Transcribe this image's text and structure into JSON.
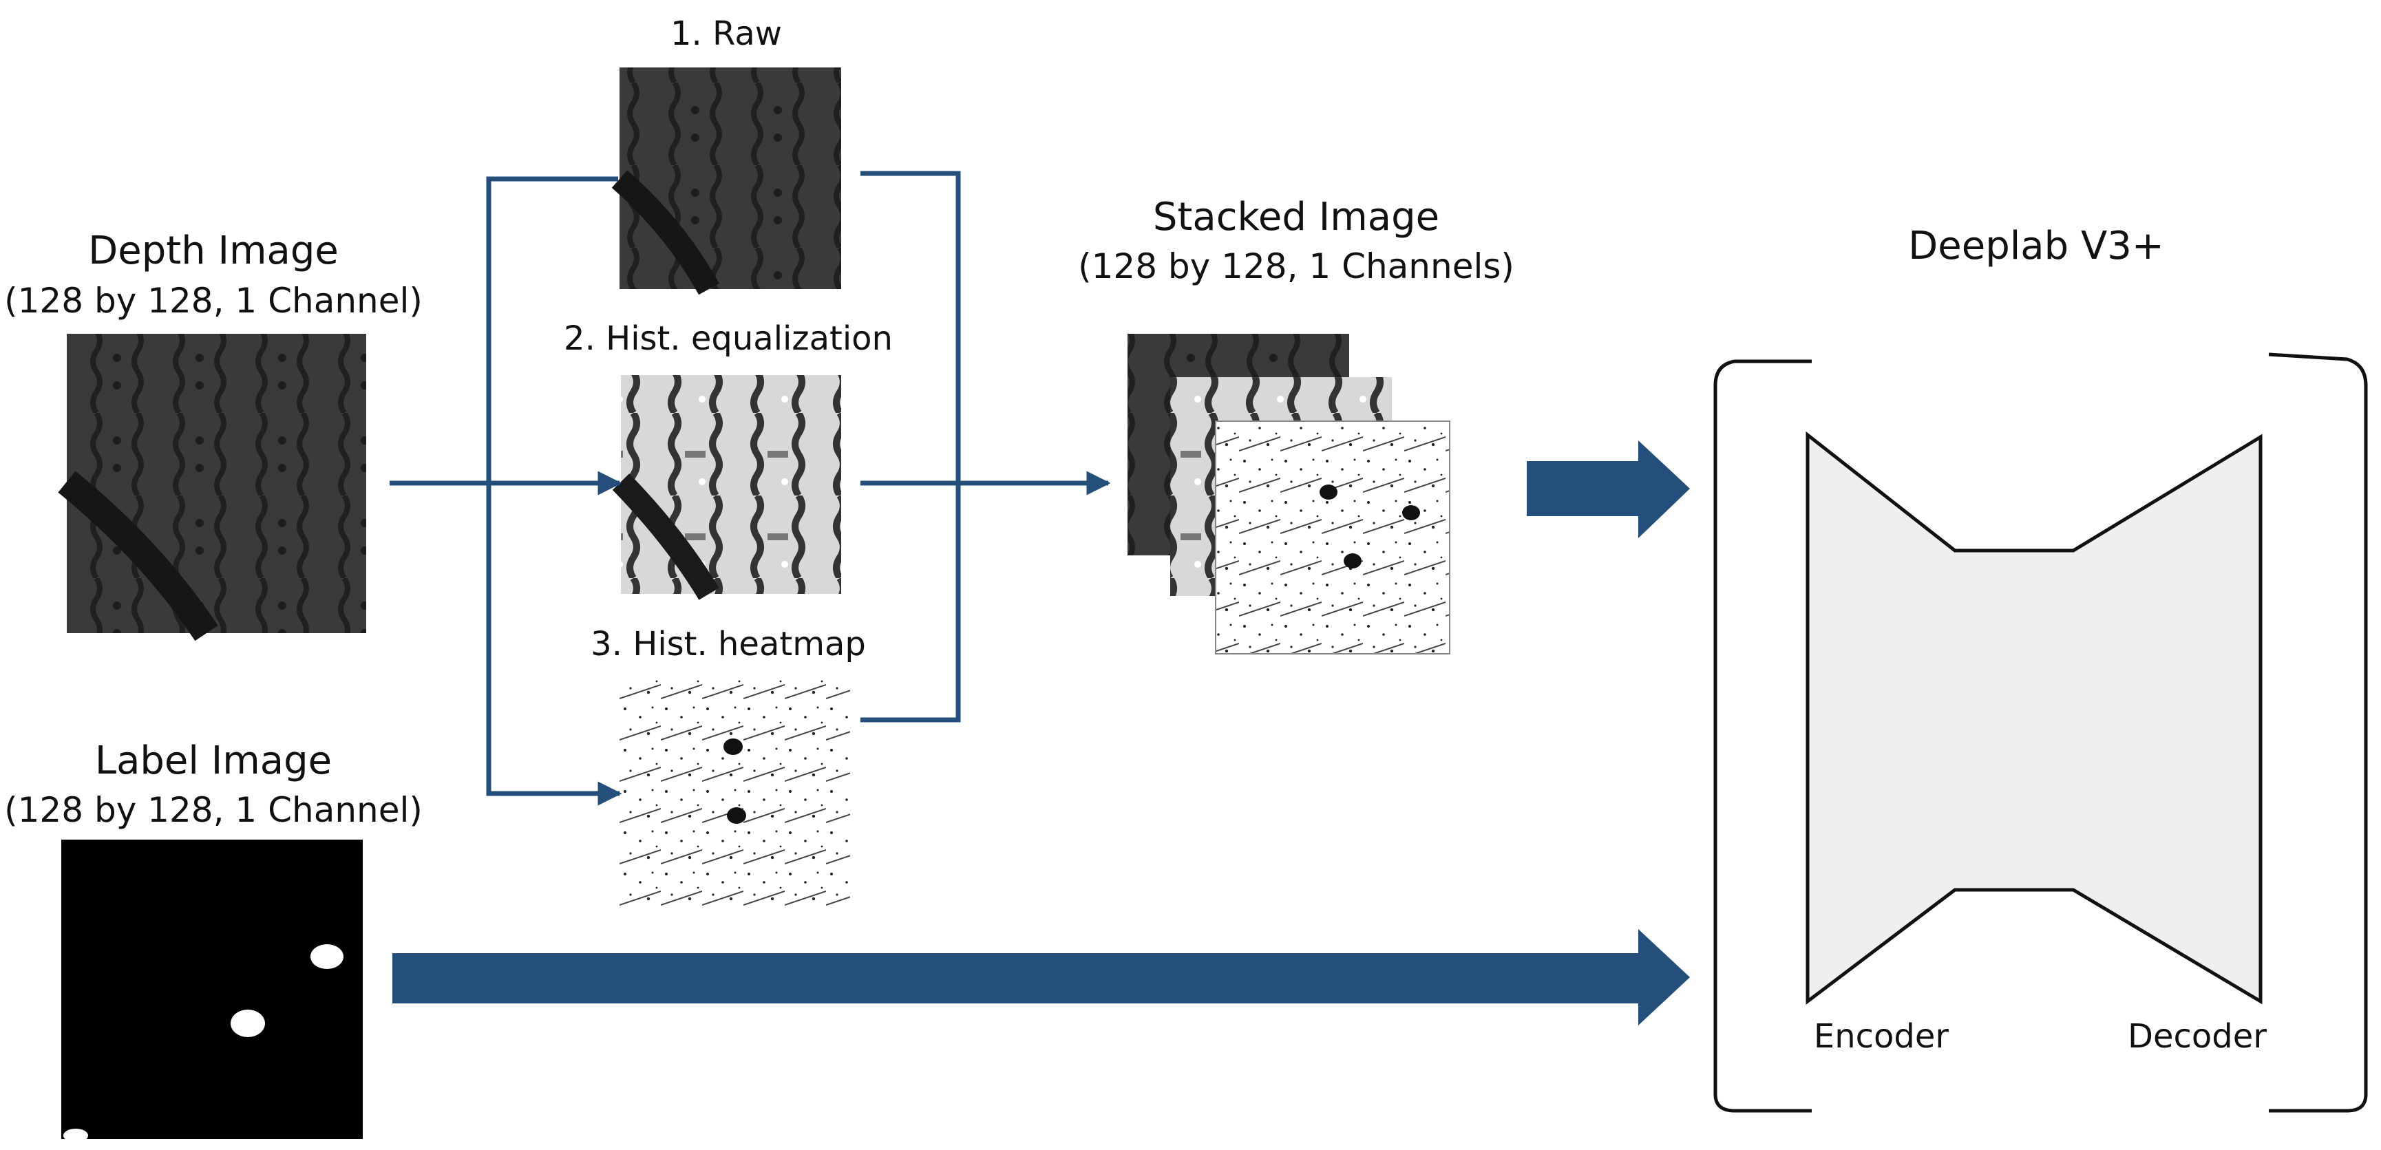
{
  "inputs": {
    "depth": {
      "title": "Depth Image",
      "subtitle": "(128 by 128, 1 Channel)"
    },
    "label": {
      "title": "Label Image",
      "subtitle": "(128 by 128, 1 Channel)"
    }
  },
  "preprocessing": [
    {
      "label": "1. Raw"
    },
    {
      "label": "2. Hist. equalization"
    },
    {
      "label": "3. Hist. heatmap"
    }
  ],
  "stacked": {
    "title": "Stacked Image",
    "subtitle": "(128 by 128, 1 Channels)"
  },
  "model": {
    "title": "Deeplab V3+",
    "encoder": "Encoder",
    "decoder": "Decoder"
  },
  "colors": {
    "arrow": "#244f7a",
    "model_fill": "#efefef"
  },
  "icons": {
    "depth": "depth-image-thumbnail",
    "label": "label-mask-thumbnail",
    "raw": "raw-image-thumbnail",
    "hist_eq": "hist-equalized-thumbnail",
    "heatmap": "hist-heatmap-thumbnail"
  }
}
